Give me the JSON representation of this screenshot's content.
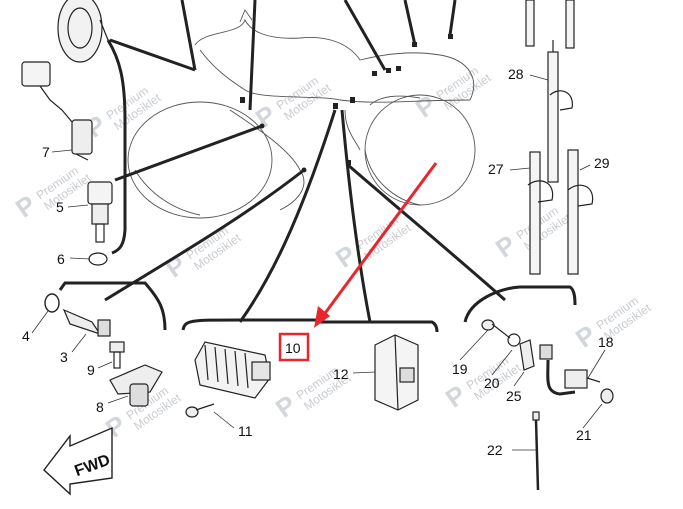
{
  "diagram": {
    "labels": [
      "28",
      "7",
      "27",
      "29",
      "5",
      "6",
      "4",
      "3",
      "9",
      "8",
      "10",
      "12",
      "11",
      "19",
      "20",
      "25",
      "18",
      "21",
      "22"
    ],
    "highlight_label": "10",
    "highlight_color": "#e8262b",
    "arrow_color": "#e8262b",
    "fwd_text": "FWD",
    "watermark_line1": "Premium",
    "watermark_line2": "Motosiklet"
  }
}
